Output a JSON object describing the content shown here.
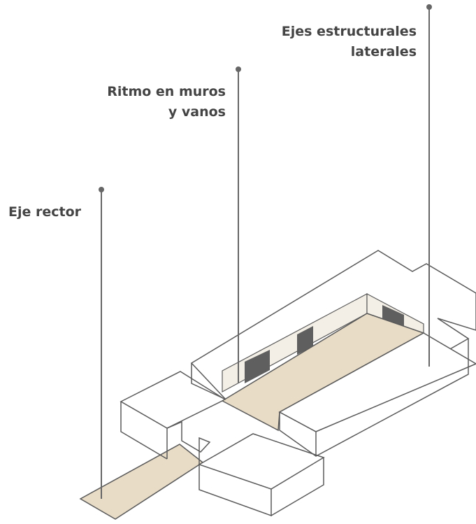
{
  "labels": {
    "ejes_estructurales": [
      "Ejes estructurales",
      "laterales"
    ],
    "ritmo": [
      "Ritmo en muros",
      "y vanos"
    ],
    "eje_rector": [
      "Eje rector"
    ]
  },
  "colors": {
    "line": "#5a5a5a",
    "leader": "#666666",
    "floor": "#e9dcc6",
    "wall_light": "#f4efe6",
    "wall_dark": "#5f5f5f",
    "text": "#444444"
  }
}
